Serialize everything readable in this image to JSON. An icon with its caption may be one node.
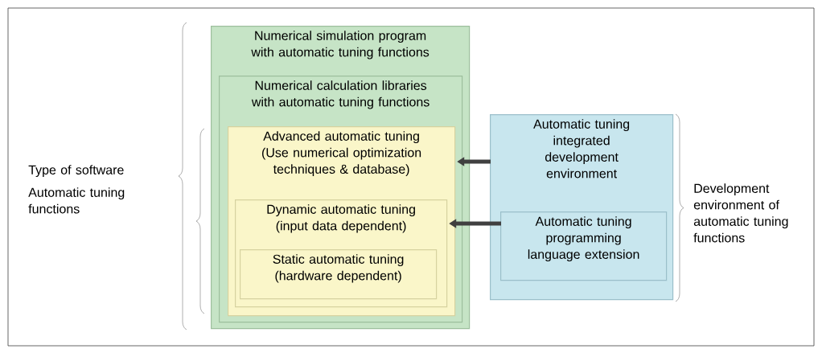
{
  "diagram": {
    "nodes": [
      {
        "text": [
          "Numerical simulation program with automatic tuning functions"
        ]
      },
      {
        "text": [
          "Numerical calculation libraries with automatic tuning functions"
        ],
        "in": 0
      },
      {
        "text": [
          "Advanced automatic tuning (Use numerical optimization techniques & database)"
        ],
        "in": 1
      },
      {
        "text": [
          "Dynamic automatic tuning (input data dependent)"
        ],
        "in": 2
      },
      {
        "text": [
          "Static automatic tuning (hardware dependent)"
        ],
        "in": 3
      },
      {
        "text": [
          "Automatic tuning integrated development environment"
        ]
      },
      {
        "text": [
          "Automatic tuning programming language extension"
        ],
        "in": 5
      }
    ],
    "edges": [
      {
        "from": 5,
        "to": 2,
        "arrow": "to"
      },
      {
        "from": 6,
        "to": 3,
        "arrow": "to"
      }
    ],
    "labels": [
      "Type of software",
      "Automatic tuning functions",
      "Development environment of automatic tuning functions"
    ]
  }
}
